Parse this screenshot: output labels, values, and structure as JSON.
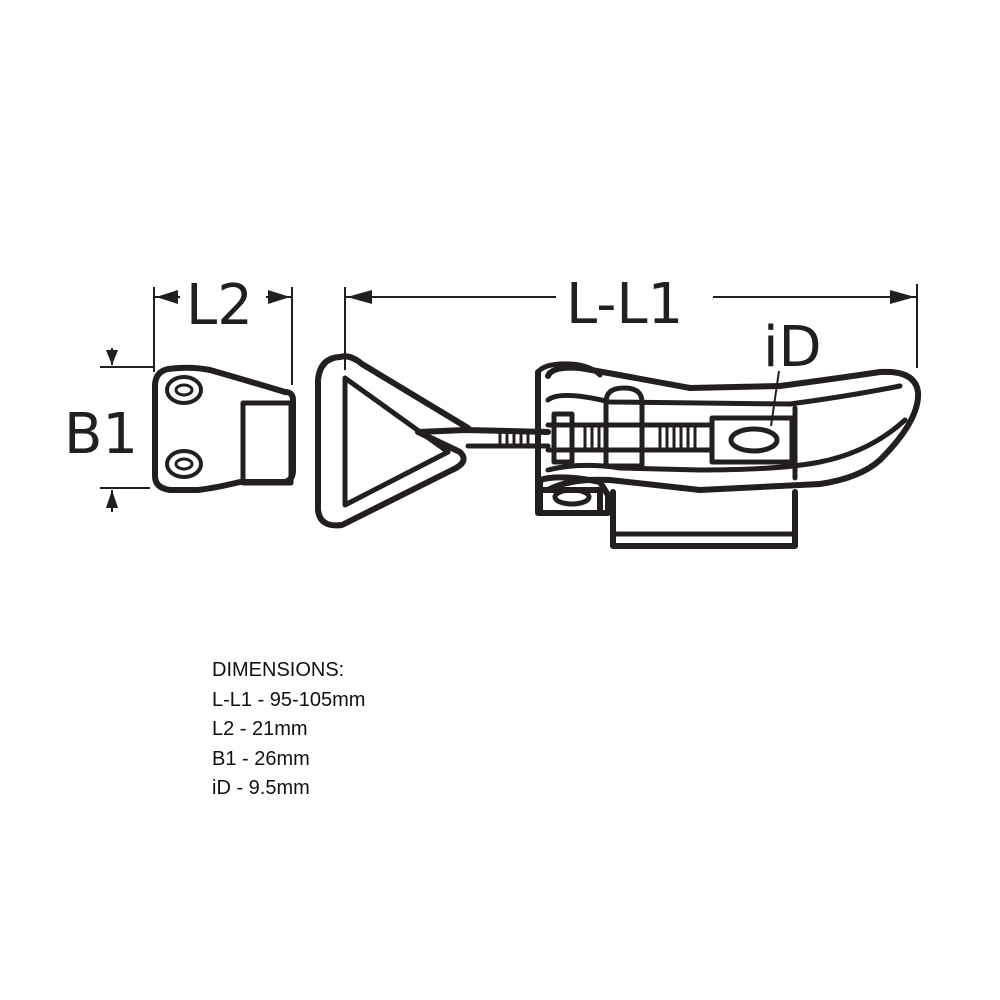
{
  "diagram": {
    "labels": {
      "l2": "L2",
      "ll1": "L-L1",
      "b1": "B1",
      "id": "iD"
    },
    "line_color": "#231f20",
    "background": "#ffffff"
  },
  "dimensions": {
    "heading": "DIMENSIONS:",
    "items": [
      {
        "key": "L-L1",
        "text": "L-L1 - 95-105mm"
      },
      {
        "key": "L2",
        "text": "L2 - 21mm"
      },
      {
        "key": "B1",
        "text": "B1 - 26mm"
      },
      {
        "key": "iD",
        "text": "iD - 9.5mm"
      }
    ]
  }
}
